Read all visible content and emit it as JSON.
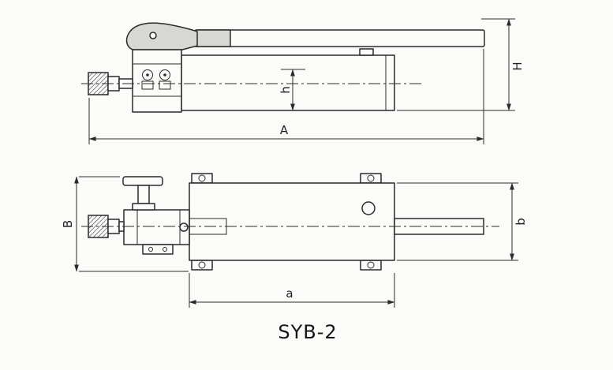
{
  "title": "SYB-2",
  "views": {
    "side": {
      "dim_length": "A",
      "dim_overall_height": "H",
      "dim_body_height": "h"
    },
    "plan": {
      "dim_overall_width": "B",
      "dim_body_width": "b",
      "dim_body_length": "a"
    }
  },
  "colors": {
    "line": "#2b2b2b",
    "paper": "#fbfbfa",
    "shade": "#d7d7d4"
  }
}
